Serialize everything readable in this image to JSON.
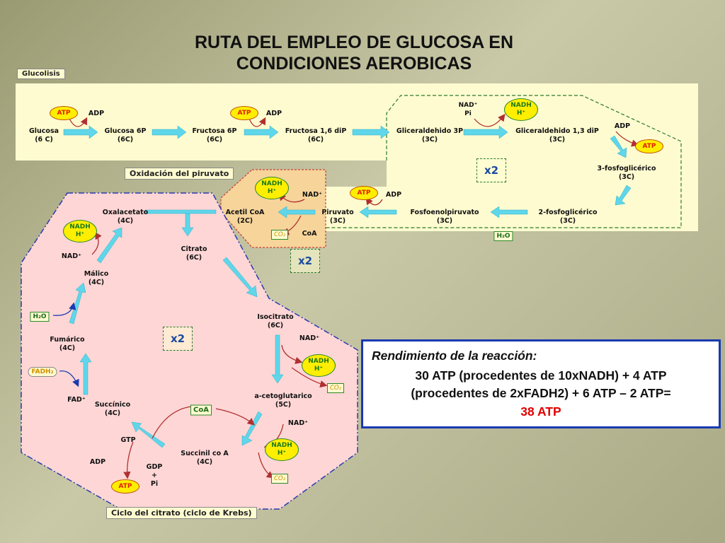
{
  "title": {
    "line1": "RUTA DEL EMPLEO DE GLUCOSA EN",
    "line2": "CONDICIONES AEROBICAS"
  },
  "sections": {
    "glucolisis": "Glucolisis",
    "oxidacion": "Oxidación del piruvato",
    "krebs": "Ciclo del citrato (ciclo de Krebs)"
  },
  "glycolysis": {
    "glucosa": {
      "name": "Glucosa",
      "carbons": "(6 C)"
    },
    "glucosa6p": {
      "name": "Glucosa 6P",
      "carbons": "(6C)"
    },
    "fructosa6p": {
      "name": "Fructosa 6P",
      "carbons": "(6C)"
    },
    "fructosa16": {
      "name": "Fructosa 1,6 diP",
      "carbons": "(6C)"
    },
    "g3p": {
      "name": "Gliceraldehido 3P",
      "carbons": "(3C)"
    },
    "g13": {
      "name": "Gliceraldehido 1,3 diP",
      "carbons": "(3C)"
    },
    "pg3": {
      "name": "3-fosfoglicérico",
      "carbons": "(3C)"
    },
    "pg2": {
      "name": "2-fosfoglicérico",
      "carbons": "(3C)"
    },
    "pep": {
      "name": "Fosfoenolpiruvato",
      "carbons": "(3C)"
    },
    "piruvato": {
      "name": "Piruvato",
      "carbons": "(3C)"
    }
  },
  "pyruvate_ox": {
    "acetil": {
      "name": "Acetil CoA",
      "carbons": "(2C)"
    }
  },
  "krebs": {
    "oxalacetato": {
      "name": "Oxalacetato",
      "carbons": "(4C)"
    },
    "citrato": {
      "name": "Citrato",
      "carbons": "(6C)"
    },
    "isocitrato": {
      "name": "Isocitrato",
      "carbons": "(6C)"
    },
    "cetoglutarico": {
      "name": "a-cetoglutarico",
      "carbons": "(5C)"
    },
    "succinil": {
      "name": "Succinil co A",
      "carbons": "(4C)"
    },
    "succinico": {
      "name": "Succínico",
      "carbons": "(4C)"
    },
    "fumarico": {
      "name": "Fumárico",
      "carbons": "(4C)"
    },
    "malico": {
      "name": "Málico",
      "carbons": "(4C)"
    }
  },
  "cofactors": {
    "atp": "ATP",
    "adp": "ADP",
    "nadh": "NADH",
    "hplus": "H⁺",
    "nad": "NAD⁺",
    "pi": "Pi",
    "nadpi": "NAD⁺\nPi",
    "co2": "CO₂",
    "coa": "CoA",
    "h2o": "H₂O",
    "fad": "FAD⁺",
    "fadh2": "FADH₂",
    "gtp": "GTP",
    "gdp": "GDP",
    "plus": "+"
  },
  "multipliers": {
    "x2": "x2"
  },
  "rendimiento": {
    "heading": "Rendimiento de la reacción:",
    "line1": "30 ATP (procedentes de 10xNADH) + 4 ATP",
    "line2": "(procedentes de 2xFADH2) + 6 ATP – 2 ATP=",
    "line3": "38 ATP"
  },
  "colors": {
    "yellow_panel": "#fffbd0",
    "krebs_panel": "#ffd6d6",
    "arrow": "#5fd6ea",
    "ox_panel": "#f6d49a",
    "result_border": "#1a3ab0",
    "result_total": "#e00000"
  }
}
